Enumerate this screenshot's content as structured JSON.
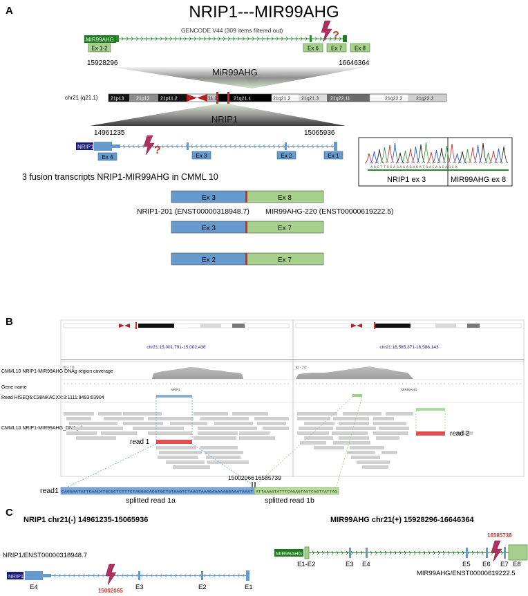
{
  "panel_a": {
    "label": "A",
    "title": "NRIP1---MIR99AHG",
    "gencode": "GENCODE V44 (309 items filtered out)",
    "mir_gene_tag": "MIR99AHG",
    "mir_exons": [
      "Ex 1-2",
      "Ex 6",
      "Ex 7",
      "Ex 8"
    ],
    "mir_start": "15928296",
    "mir_end": "16646364",
    "mir_label": "MiR99AHG",
    "chrom_label": "chr21 (q21.1)",
    "bands": [
      "21p13",
      "21p12",
      "21p11.2",
      "11.2",
      "21q21.1",
      "21q21.2",
      "21q21.3",
      "21q22.11",
      "21q22.2",
      "21q22.3"
    ],
    "nrip_label": "NRIP1",
    "nrip_start": "14961235",
    "nrip_end": "15065936",
    "nrip_gene_tag": "NRIP1",
    "nrip_exons": [
      "Ex 4",
      "Ex 3",
      "Ex 2",
      "Ex 1"
    ],
    "question": "?",
    "fusion_title": "3 fusion transcripts NRIP1-MIR99AHG in CMML 10",
    "fusions": [
      {
        "left": "Ex 3",
        "right": "Ex 8"
      },
      {
        "left": "Ex 3",
        "right": "Ex 7"
      },
      {
        "left": "Ex 2",
        "right": "Ex 7"
      }
    ],
    "nrip_transcript": "NRIP1-201 (ENST00000318948.7)",
    "mir_transcript": "MIR99AHG-220  (ENST00000619222.5)",
    "sanger_left": "NRIP1  ex 3",
    "sanger_right": "MIR99AHG ex 8",
    "sanger_bases": "AGCTTGGAGACAGAGATGACAAGAGCA"
  },
  "panel_b": {
    "label": "B",
    "locus_left": "chr21:15,001,791-15,002,436",
    "locus_right": "chr21:16,585,371-16,586,143",
    "track_coverage": "CMML10 NRIP1-MIR99AHG DNAg region coverage",
    "track_gene": "Gene name",
    "track_read": "Read HISEQ6:C38NKACXX:3:1111:9493:63904",
    "track_bam": "CMML10 NRIP1-MIR99AHG_DNAg. bam",
    "range_left": "[0 - 77]",
    "range_right": "[0 - 77]",
    "gene_left": "NRIP1",
    "gene_right": "MIR99AHG",
    "read1_label": "read 1",
    "read2_label": "read 2",
    "bp_left": "15002066",
    "bp_right": "16585739",
    "read1_row": "read1",
    "seq_a": "CAGGAATATTCAACATGCGCTCTTTCTAGGGCACGTGCTGTAAGTCTAAGTAAAGAAAAAGGAAATAAAT",
    "seq_b": "ATTAAAGTATTTCAGAGTAGTCAGTTATTAG",
    "split_a": "splitted read 1a",
    "split_b": "splitted read 1b"
  },
  "panel_c": {
    "label": "C",
    "nrip_title": "NRIP1 chr21(-) 14961235-15065936",
    "mir_title": "MIR99AHG chr21(+) 15928296-16646364",
    "nrip_transcript": "NRIP1/ENST00000318948.7",
    "mir_transcript": "MIR99AHG/ENST00000619222.5",
    "nrip_tag": "NRIP1",
    "mir_tag": "MIR99AHG",
    "nrip_bp": "15002065",
    "mir_bp": "16585738",
    "nrip_exons": [
      "E4",
      "E3",
      "E2",
      "E1"
    ],
    "mir_exons": [
      "E1-E2",
      "E3",
      "E4",
      "E5",
      "E6",
      "E7",
      "E8"
    ]
  },
  "colors": {
    "blue": "#6699cc",
    "green": "#a8d08d",
    "red": "#d62728",
    "bolt": "#b03060"
  }
}
